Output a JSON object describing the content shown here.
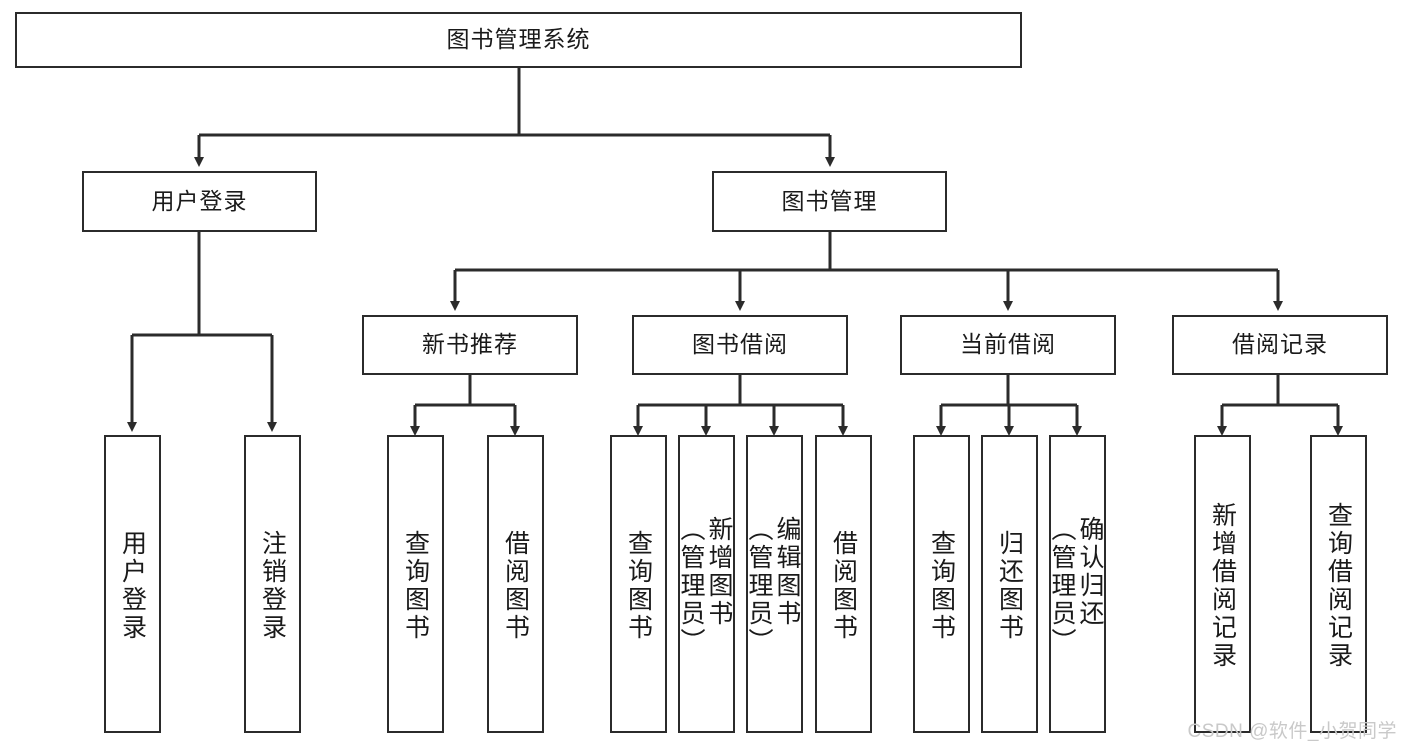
{
  "diagram": {
    "title": "图书管理系统",
    "type": "tree",
    "colors": {
      "background": "#ffffff",
      "box_border": "#2b2b2b",
      "box_fill": "#ffffff",
      "connector": "#2b2b2b",
      "text": "#1a1a1a",
      "watermark": "#c9c9c9"
    },
    "root": {
      "label": "图书管理系统"
    },
    "level2": [
      {
        "label": "用户登录"
      },
      {
        "label": "图书管理"
      }
    ],
    "level3": [
      {
        "label": "新书推荐"
      },
      {
        "label": "图书借阅"
      },
      {
        "label": "当前借阅"
      },
      {
        "label": "借阅记录"
      }
    ],
    "leaves_user_login": [
      {
        "label": "用户登录"
      },
      {
        "label": "注销登录"
      }
    ],
    "leaves_new_book": [
      {
        "label": "查询图书"
      },
      {
        "label": "借阅图书"
      }
    ],
    "leaves_borrow": [
      {
        "label": "查询图书"
      },
      {
        "label": "新增图书\n（管理员）"
      },
      {
        "label": "编辑图书\n（管理员）"
      },
      {
        "label": "借阅图书"
      }
    ],
    "leaves_current": [
      {
        "label": "查询图书"
      },
      {
        "label": "归还图书"
      },
      {
        "label": "确认归还\n（管理员）"
      }
    ],
    "leaves_records": [
      {
        "label": "新增借阅记录"
      },
      {
        "label": "查询借阅记录"
      }
    ]
  },
  "watermark": {
    "text": "CSDN @软件_小贺同学"
  }
}
